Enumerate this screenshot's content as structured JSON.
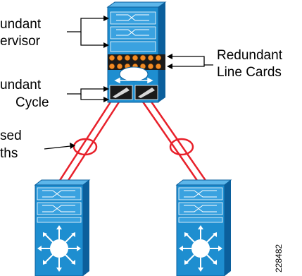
{
  "labels": {
    "supervisor_line1": "undant",
    "supervisor_line2": "ervisor",
    "line_cards_line1": "Redundant",
    "line_cards_line2": "Line Cards",
    "power_line1": "undant",
    "power_line2": "Cycle",
    "paths_line1": "sed",
    "paths_line2": "ths"
  },
  "figure_number": "228482",
  "colors": {
    "switch_blue": "#1e8ed0",
    "switch_dark": "#0b5f9c",
    "link_red": "#e8202a",
    "line_card_orange": "#f08a24"
  },
  "icons": {
    "router_symbol": "arrows-radiating-icon",
    "supervisor_symbol": "crossed-arrows-icon"
  }
}
